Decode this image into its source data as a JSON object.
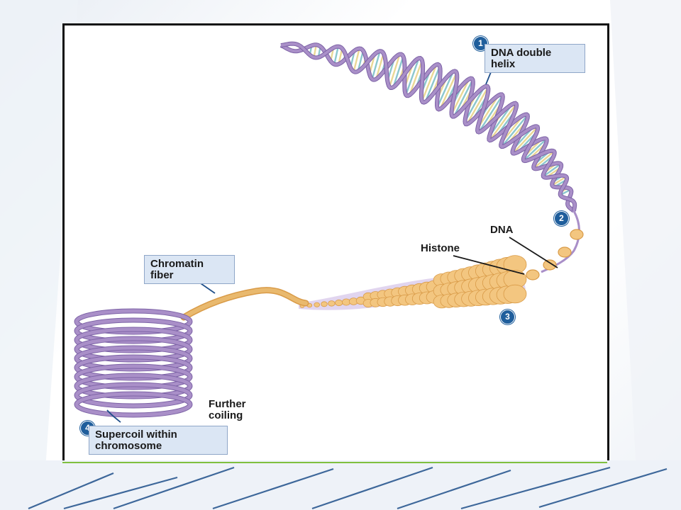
{
  "steps": [
    {
      "number": "1",
      "label": "DNA double\nhelix"
    },
    {
      "number": "2",
      "label": ""
    },
    {
      "number": "3",
      "label": ""
    },
    {
      "number": "4",
      "label": "Supercoil within\nchromosome"
    }
  ],
  "labels": {
    "dna": "DNA",
    "histone": "Histone",
    "chromatin_fiber": "Chromatin\nfiber",
    "further_coiling": "Further\ncoiling"
  },
  "colors": {
    "helix_strand": "#a98fc8",
    "helix_dark": "#7d63a6",
    "base_pair_teal": "#7fc1c9",
    "base_pair_yellow": "#e8d48a",
    "nucleosome": "#f3c680",
    "nucleosome_edge": "#d99b48",
    "fiber": "#e9b96e",
    "callout_fill": "#dbe6f4",
    "badge": "#1f5e9c",
    "accent_line": "#1f4f8a"
  }
}
